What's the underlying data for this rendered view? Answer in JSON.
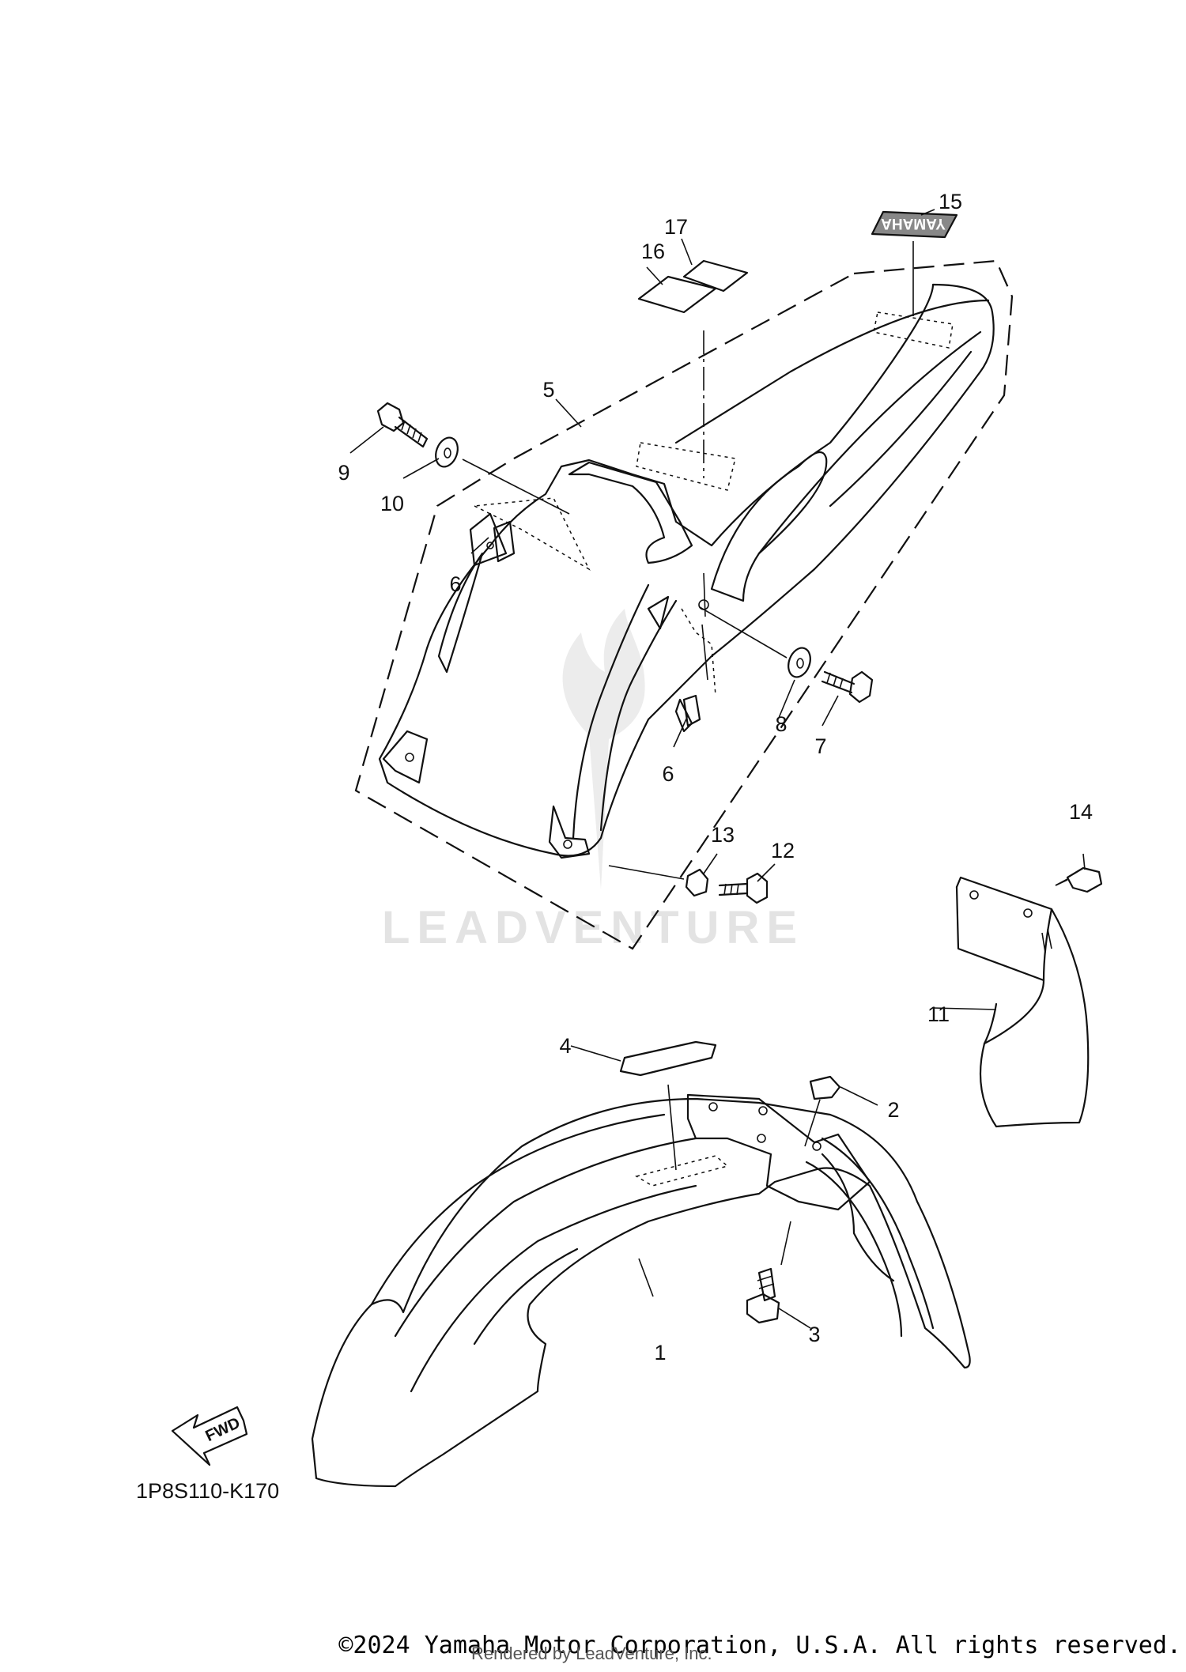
{
  "diagram": {
    "callouts": [
      "1",
      "2",
      "3",
      "4",
      "5",
      "6",
      "6",
      "7",
      "8",
      "9",
      "10",
      "11",
      "12",
      "13",
      "14",
      "15",
      "16",
      "17"
    ],
    "diagram_code": "1P8S110-K170",
    "fwd_label": "FWD",
    "decal_text": "YAMAHA",
    "watermark": "LEADVENTURE"
  },
  "footer": {
    "copyright": "©2024 Yamaha Motor Corporation, U.S.A. All rights reserved.",
    "rendered_by": "Rendered by LeadVenture, Inc."
  },
  "colors": {
    "line": "#111111",
    "watermark": "#e3e3e3",
    "background": "#ffffff"
  }
}
